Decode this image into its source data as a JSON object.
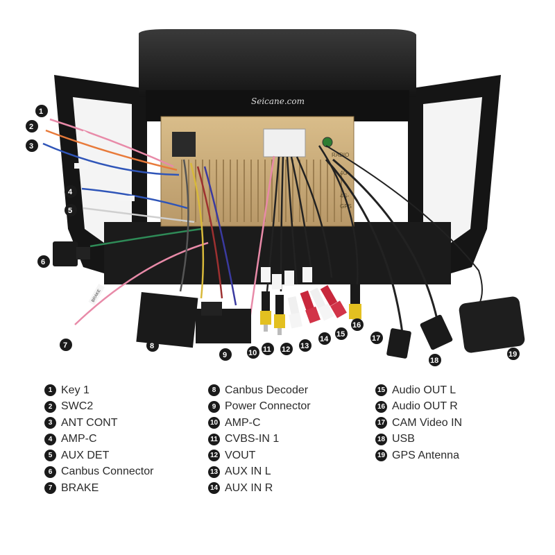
{
  "brand": "Seicane.com",
  "port_labels": {
    "radio": "RADIO",
    "g4a": "4G+",
    "g4b": "4G-",
    "gps": "GPS"
  },
  "tag_labels": {
    "brake": "BRAKE"
  },
  "callouts": [
    "1",
    "2",
    "3",
    "4",
    "5",
    "6",
    "7",
    "8",
    "9",
    "10",
    "11",
    "12",
    "13",
    "14",
    "15",
    "16",
    "17",
    "18",
    "19"
  ],
  "legend": {
    "col1": [
      {
        "n": "1",
        "label": "Key 1"
      },
      {
        "n": "2",
        "label": "SWC2"
      },
      {
        "n": "3",
        "label": "ANT CONT"
      },
      {
        "n": "4",
        "label": "AMP-C"
      },
      {
        "n": "5",
        "label": "AUX DET"
      },
      {
        "n": "6",
        "label": "Canbus Connector"
      },
      {
        "n": "7",
        "label": "BRAKE"
      }
    ],
    "col2": [
      {
        "n": "8",
        "label": "Canbus Decoder"
      },
      {
        "n": "9",
        "label": "Power Connector"
      },
      {
        "n": "10",
        "label": "AMP-C"
      },
      {
        "n": "11",
        "label": "CVBS-IN 1"
      },
      {
        "n": "12",
        "label": "VOUT"
      },
      {
        "n": "13",
        "label": "AUX IN L"
      },
      {
        "n": "14",
        "label": "AUX IN R"
      }
    ],
    "col3": [
      {
        "n": "15",
        "label": "Audio OUT L"
      },
      {
        "n": "16",
        "label": "Audio OUT R"
      },
      {
        "n": "17",
        "label": "CAM Video IN"
      },
      {
        "n": "18",
        "label": "USB"
      },
      {
        "n": "19",
        "label": "GPS Antenna"
      }
    ]
  }
}
